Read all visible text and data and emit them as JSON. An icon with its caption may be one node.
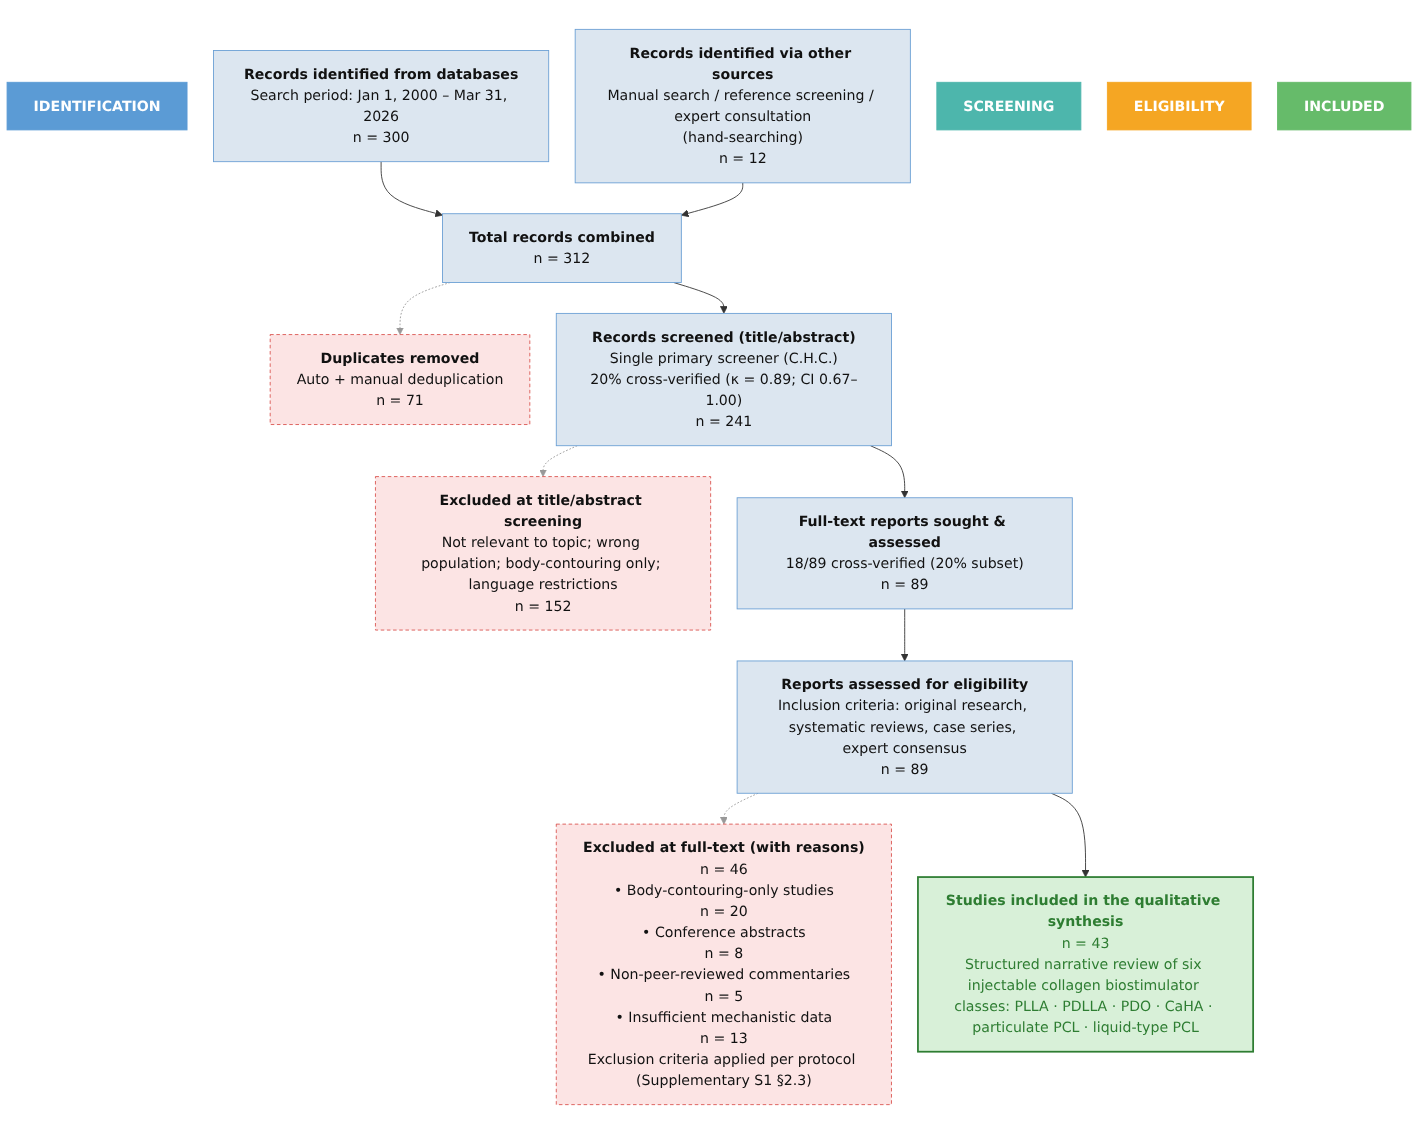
{
  "diagram": {
    "nodes": [
      {
        "text": [
          "IDENTIFICATION"
        ]
      },
      {
        "text": [
          "Records identified from databases",
          "Search period: Jan 1, 2000 – Mar 31, 2026",
          "n = 300"
        ]
      },
      {
        "text": [
          "Records identified via other sources",
          "Manual search / reference screening / expert consultation",
          "(hand-searching)",
          "n = 12"
        ]
      },
      {
        "text": [
          "Total records combined",
          "n = 312"
        ]
      },
      {
        "text": [
          "Duplicates removed",
          "Auto + manual deduplication",
          "n = 71"
        ]
      },
      {
        "text": [
          "SCREENING"
        ]
      },
      {
        "text": [
          "Records screened (title/abstract)",
          "Single primary screener (C.H.C.)",
          "20% cross-verified (κ = 0.89; CI 0.67–1.00)",
          "n = 241"
        ]
      },
      {
        "text": [
          "Excluded at title/abstract screening",
          "Not relevant to topic; wrong population; body-contouring only; language restrictions",
          "n = 152"
        ]
      },
      {
        "text": [
          "Full-text reports sought & assessed",
          "18/89 cross-verified (20% subset)",
          "n = 89"
        ]
      },
      {
        "text": [
          "ELIGIBILITY"
        ]
      },
      {
        "text": [
          "Reports assessed for eligibility",
          "Inclusion criteria: original research, systematic reviews, case series, expert consensus",
          "n = 89"
        ]
      },
      {
        "text": [
          "Excluded at full-text (with reasons)",
          "n = 46",
          "• Body-contouring-only studies",
          "n = 20",
          "• Conference abstracts",
          "n = 8",
          "• Non-peer-reviewed commentaries",
          "n = 5",
          "• Insufficient mechanistic data",
          "n = 13",
          "Exclusion criteria applied per protocol (Supplementary S1 §2.3)"
        ]
      },
      {
        "text": [
          "INCLUDED"
        ]
      },
      {
        "text": [
          "Studies included in the qualitative synthesis",
          "n = 43",
          "Structured narrative review of six injectable collagen biostimulator classes: PLLA · PDLLA · PDO · CaHA · particulate PCL · liquid-type PCL"
        ]
      }
    ],
    "edges": [
      {
        "from": 1,
        "to": 3,
        "arrow": "to"
      },
      {
        "from": 2,
        "to": 3,
        "arrow": "to"
      },
      {
        "from": 3,
        "to": 4,
        "arrow": "to",
        "style": "dashed",
        "color": "#999999"
      },
      {
        "from": 3,
        "to": 6,
        "arrow": "to"
      },
      {
        "from": 6,
        "to": 7,
        "arrow": "to",
        "style": "dashed",
        "color": "#999999"
      },
      {
        "from": 6,
        "to": 8,
        "arrow": "to"
      },
      {
        "from": 8,
        "to": 10,
        "arrow": "to"
      },
      {
        "from": 10,
        "to": 11,
        "arrow": "to",
        "style": "dashed",
        "color": "#999999"
      },
      {
        "from": 10,
        "to": 13,
        "arrow": "to"
      }
    ]
  }
}
